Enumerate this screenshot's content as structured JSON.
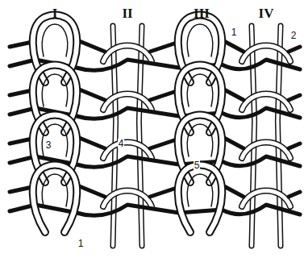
{
  "diagram": {
    "labels": [
      "I",
      "II",
      "III",
      "IV",
      "1",
      "2",
      "3",
      "4",
      "5",
      "1"
    ]
  }
}
